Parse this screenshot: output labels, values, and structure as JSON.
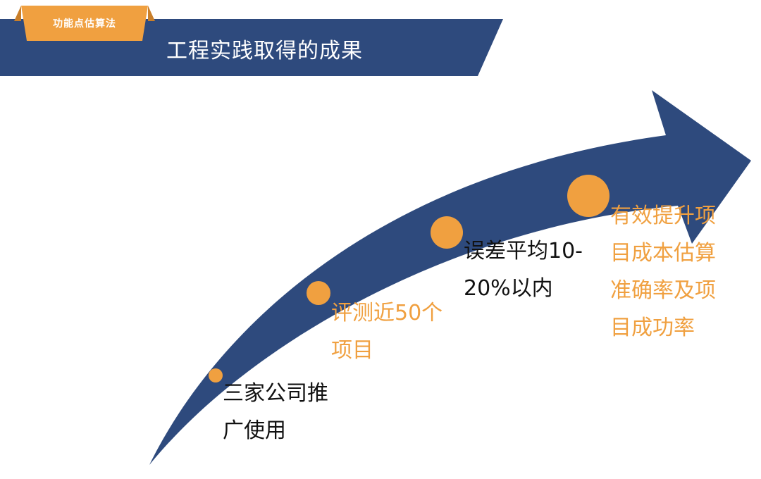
{
  "header": {
    "section_tag": "功能点估算法",
    "title": "工程实践取得的成果"
  },
  "colors": {
    "navy": "#2E4A7D",
    "orange": "#F0A040",
    "white": "#FFFFFF",
    "text_dark": "#111111"
  },
  "milestones": [
    {
      "label": "三家公司推广使用",
      "color": "dark",
      "icon": "milestone-dot"
    },
    {
      "label": "评测近50个项目",
      "color": "orange",
      "icon": "milestone-dot"
    },
    {
      "label": "误差平均10-20%以内",
      "color": "dark",
      "icon": "milestone-dot"
    },
    {
      "label": "有效提升项目成本估算准确率及项目成功率",
      "color": "orange",
      "icon": "milestone-dot"
    }
  ]
}
